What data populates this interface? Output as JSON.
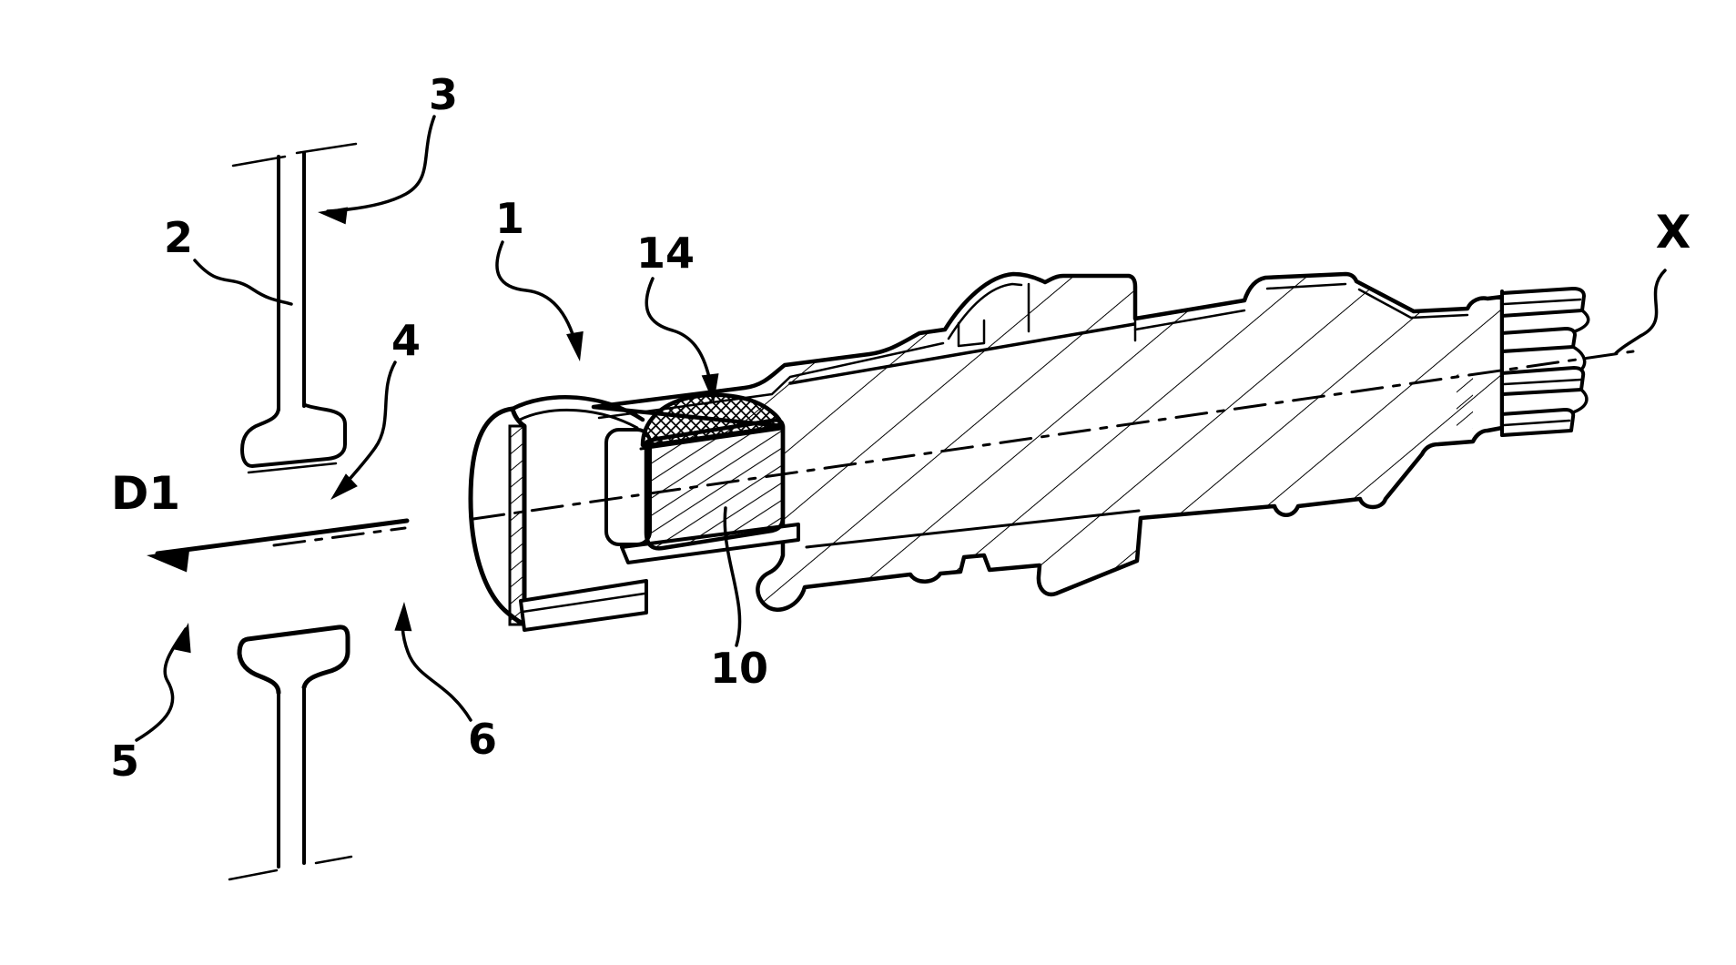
{
  "figure": {
    "type": "patent-technical-drawing",
    "background_color": "#ffffff",
    "line_color": "#000000",
    "reference_labels": {
      "n1": {
        "text": "1"
      },
      "n2": {
        "text": "2"
      },
      "n3": {
        "text": "3"
      },
      "n4": {
        "text": "4"
      },
      "n5": {
        "text": "5"
      },
      "n6": {
        "text": "6"
      },
      "n10": {
        "text": "10"
      },
      "n14": {
        "text": "14"
      }
    },
    "axis_labels": {
      "direction": {
        "text": "D1"
      },
      "axis": {
        "text": "X"
      }
    }
  }
}
